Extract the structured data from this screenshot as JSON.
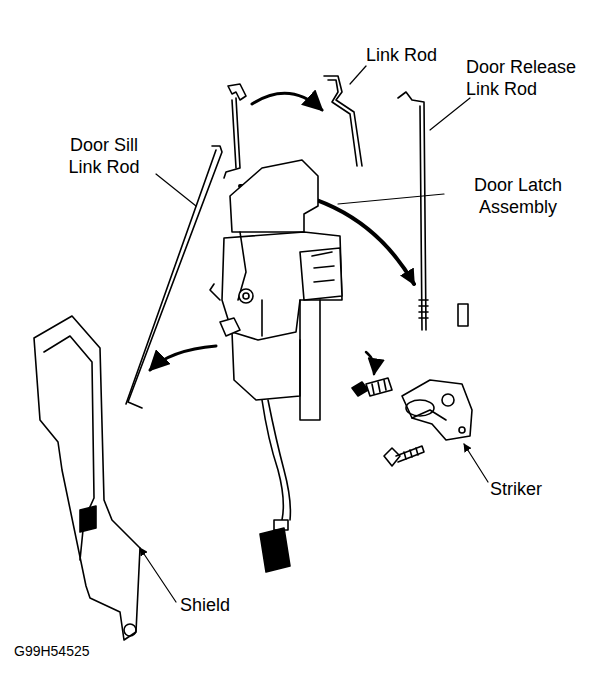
{
  "diagram": {
    "labels": [
      "Link Rod",
      "Door Release Link Rod",
      "Door Sill Link Rod",
      "Door Latch Assembly",
      "Striker",
      "Shield",
      "G99H54525"
    ]
  }
}
